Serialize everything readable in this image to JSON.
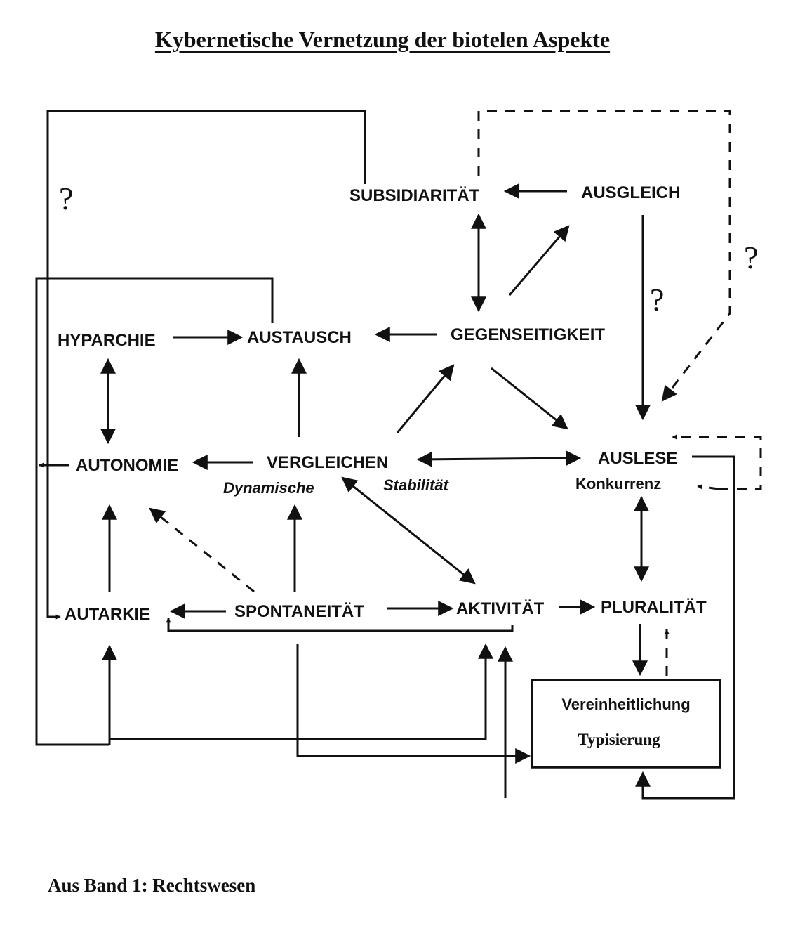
{
  "title": "Kybernetische Vernetzung der biotelen Aspekte",
  "footer": "Aus Band 1: Rechtswesen",
  "question_mark": "?",
  "nodes": {
    "subsidiaritaet": "SUBSIDIARITÄT",
    "ausgleich": "AUSGLEICH",
    "hyparchie": "HYPARCHIE",
    "austausch": "AUSTAUSCH",
    "gegenseitigkeit": "GEGENSEITIGKEIT",
    "autonomie": "AUTONOMIE",
    "vergleichen": "VERGLEICHEN",
    "dynamische": "Dynamische",
    "stabilitaet": "Stabilität",
    "auslese": "AUSLESE",
    "konkurrenz": "Konkurrenz",
    "autarkie": "AUTARKIE",
    "spontaneitaet": "SPONTANEITÄT",
    "aktivitaet": "AKTIVITÄT",
    "pluralitaet": "PLURALITÄT",
    "vereinheitlichung": "Vereinheitlichung",
    "typisierung": "Typisierung"
  }
}
